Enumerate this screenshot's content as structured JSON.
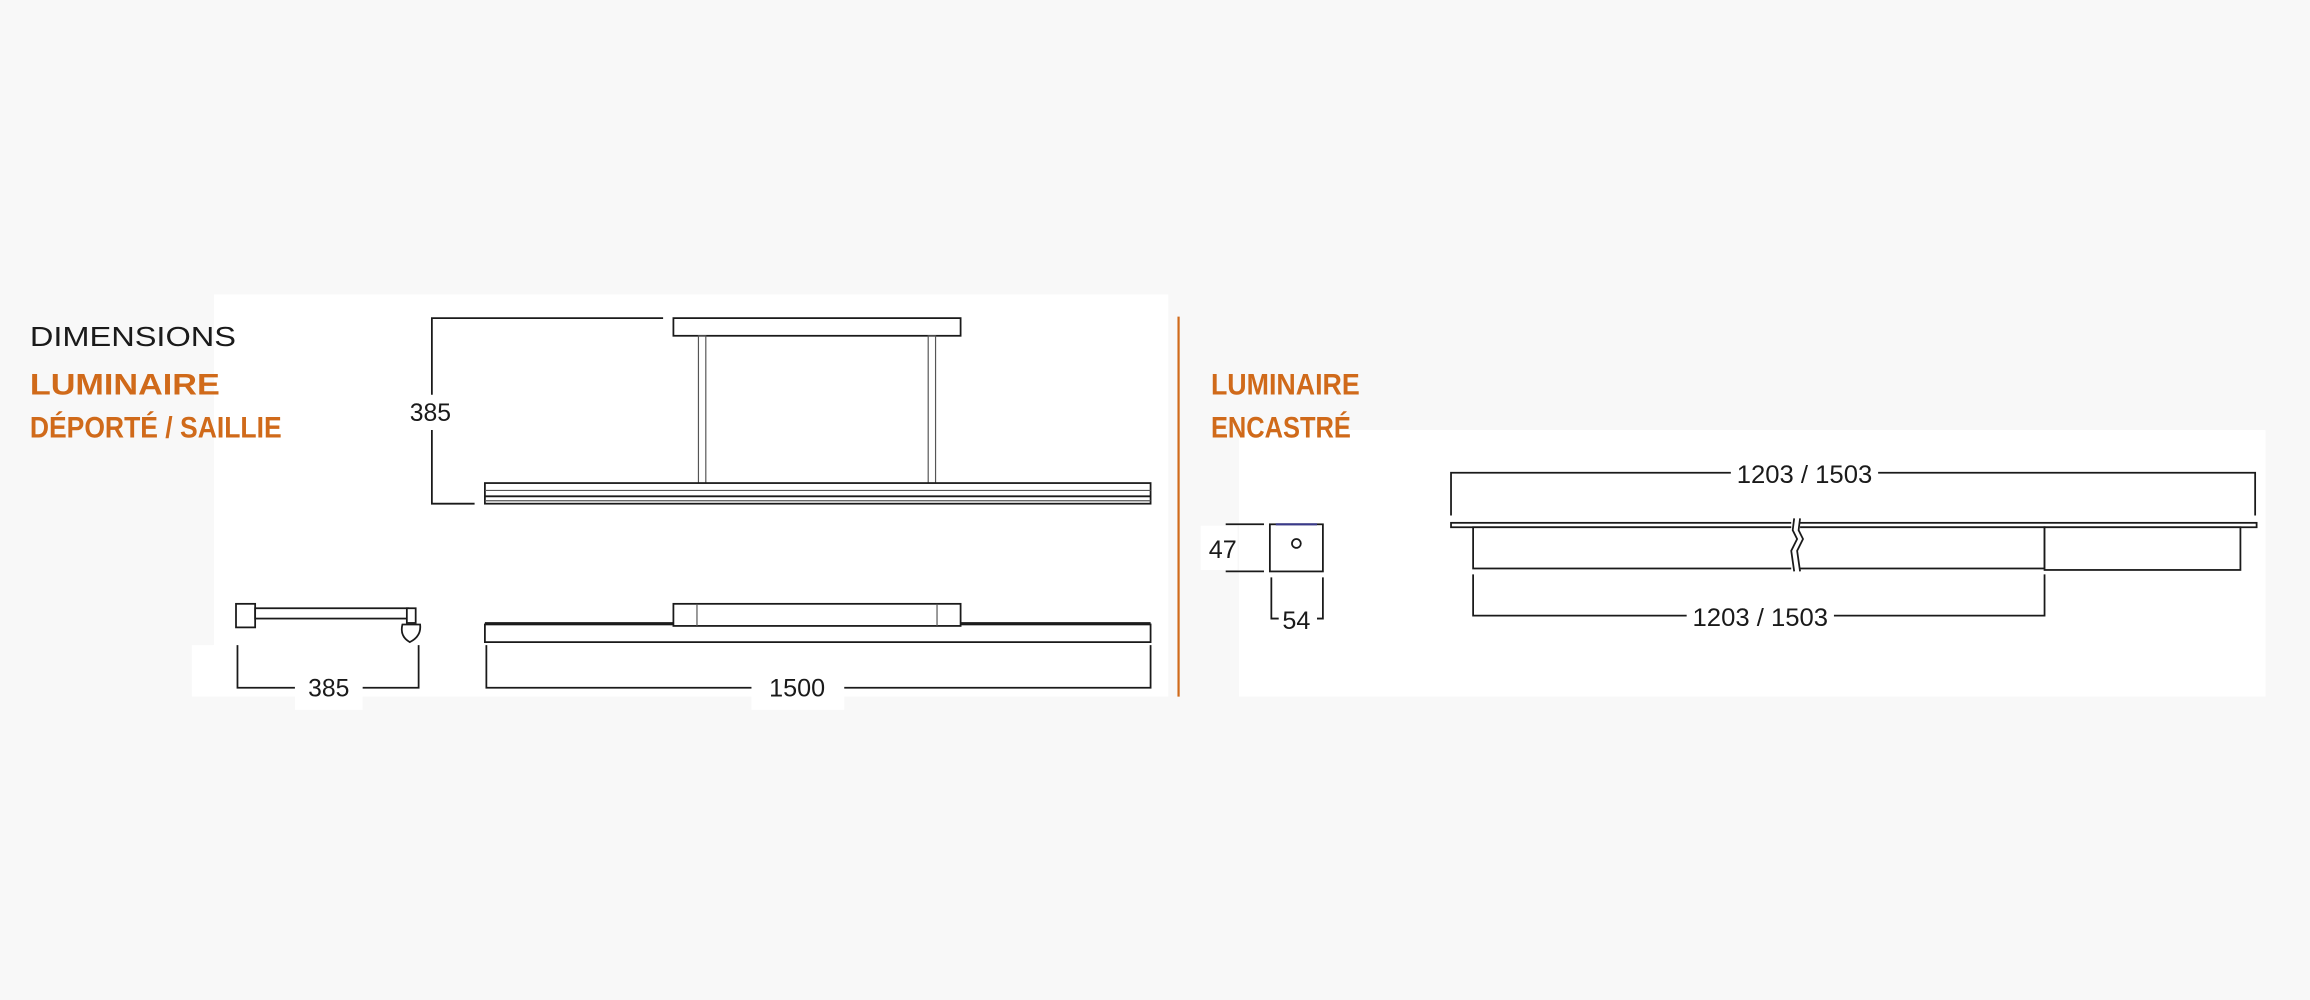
{
  "heading": "DIMENSIONS",
  "colors": {
    "accent": "#d06a1a",
    "background": "#f8f8f8",
    "panel": "#ffffff",
    "line": "#1a1a1a"
  },
  "left_section": {
    "title_line1": "LUMINAIRE",
    "title_line2": "DÉPORTÉ / SAILLIE",
    "dim_height": "385",
    "dim_depth": "385",
    "dim_length": "1500"
  },
  "right_section": {
    "title_line1": "LUMINAIRE",
    "title_line2": "ENCASTRÉ",
    "dim_height": "47",
    "dim_width": "54",
    "dim_overall_length": "1203 / 1503",
    "dim_body_length": "1203 / 1503"
  }
}
